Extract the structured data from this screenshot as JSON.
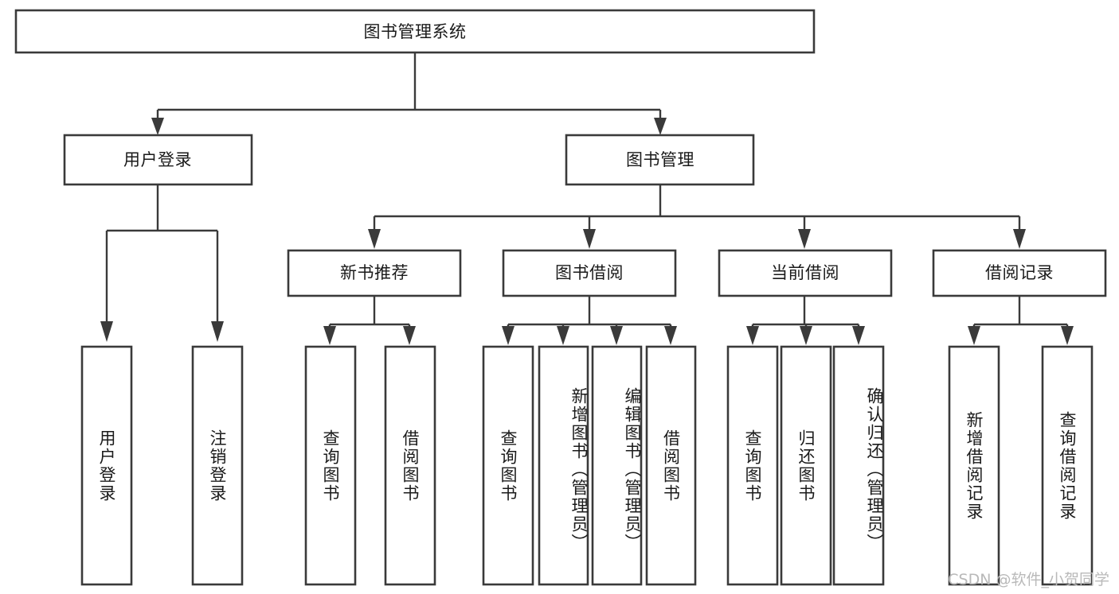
{
  "diagram": {
    "type": "tree",
    "title": "图书管理系统",
    "watermark": "CSDN @软件_小贺同学",
    "colors": {
      "box_stroke": "#3a3a3a",
      "box_fill": "#ffffff",
      "text": "#1a1a1a",
      "connector": "#3a3a3a",
      "watermark": "#b9b9b9",
      "background": "#ffffff"
    },
    "root": {
      "label": "图书管理系统"
    },
    "level2": [
      {
        "label": "用户登录"
      },
      {
        "label": "图书管理"
      }
    ],
    "level3": [
      {
        "label": "新书推荐"
      },
      {
        "label": "图书借阅"
      },
      {
        "label": "当前借阅"
      },
      {
        "label": "借阅记录"
      }
    ],
    "leaves": {
      "user_login": [
        {
          "label": "用户登录"
        },
        {
          "label": "注销登录"
        }
      ],
      "new_book_recommend": [
        {
          "label": "查询图书"
        },
        {
          "label": "借阅图书"
        }
      ],
      "book_borrow": [
        {
          "label": "查询图书"
        },
        {
          "label": "新增图书（管理员）"
        },
        {
          "label": "编辑图书（管理员）"
        },
        {
          "label": "借阅图书"
        }
      ],
      "current_borrow": [
        {
          "label": "查询图书"
        },
        {
          "label": "归还图书"
        },
        {
          "label": "确认归还（管理员）"
        }
      ],
      "borrow_record": [
        {
          "label": "新增借阅记录"
        },
        {
          "label": "查询借阅记录"
        }
      ]
    }
  }
}
